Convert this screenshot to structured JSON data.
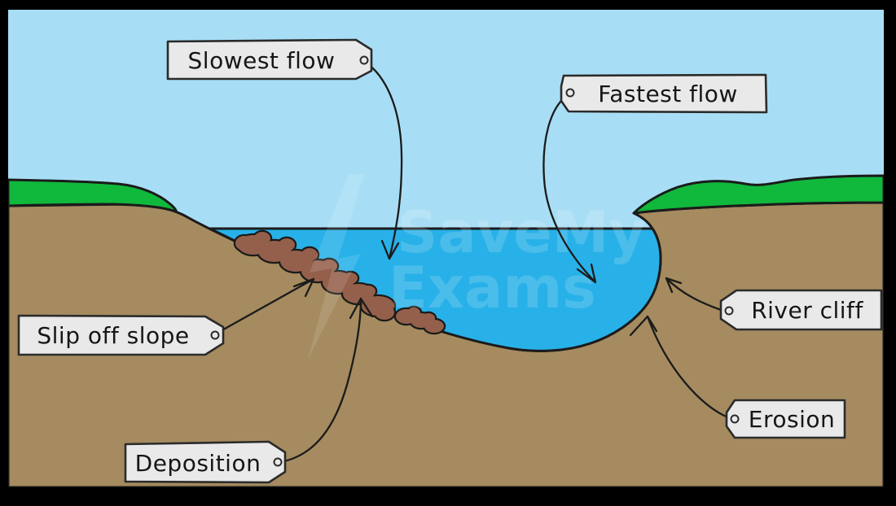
{
  "diagram": {
    "type": "labelled-diagram",
    "subject": "River meander cross-section",
    "tags": [
      {
        "id": "slowest-flow",
        "label": "Slowest flow"
      },
      {
        "id": "fastest-flow",
        "label": "Fastest flow"
      },
      {
        "id": "slip-off-slope",
        "label": "Slip off slope"
      },
      {
        "id": "deposition",
        "label": "Deposition"
      },
      {
        "id": "river-cliff",
        "label": "River cliff"
      },
      {
        "id": "erosion",
        "label": "Erosion"
      }
    ],
    "watermark": {
      "line1": "SaveMy",
      "line2": "Exams"
    },
    "colors": {
      "sky": "#a8def5",
      "water": "#28b1e8",
      "grass": "#10b83c",
      "soil": "#a58b5f",
      "rock": "#94604b",
      "tag_fill": "#e9e9e9",
      "outline": "#1b1b1b",
      "frame": "#000000",
      "watermark": "#ffffff"
    }
  }
}
